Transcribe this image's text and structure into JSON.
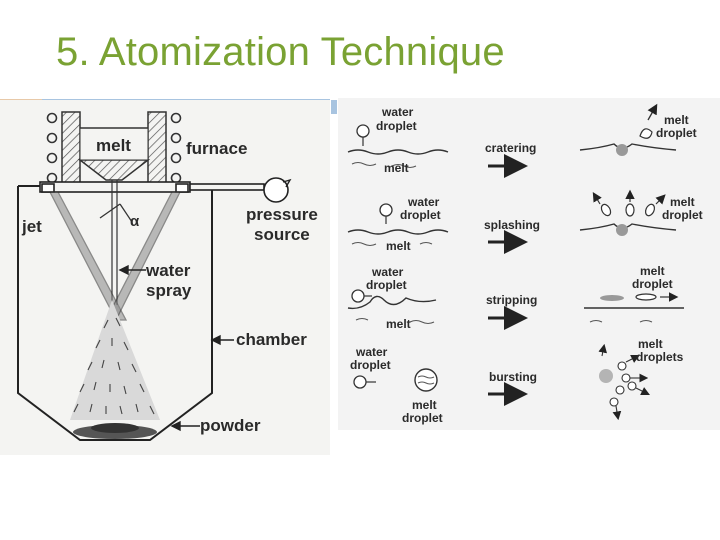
{
  "slide": {
    "title": "5. Atomization Technique",
    "title_color": "#7aa233",
    "accent_color": "#e8c9a8",
    "accent_blue": "#a8c4e0"
  },
  "left_diagram": {
    "labels": {
      "melt": "melt",
      "furnace": "furnace",
      "pressure": "pressure",
      "source": "source",
      "jet": "jet",
      "alpha": "α",
      "water": "water",
      "spray": "spray",
      "chamber": "chamber",
      "powder": "powder"
    }
  },
  "right_diagram": {
    "mechanisms": [
      {
        "name": "cratering",
        "water_label": [
          "water",
          "droplet"
        ],
        "melt_label": "melt",
        "result_label": [
          "melt",
          "droplet"
        ]
      },
      {
        "name": "splashing",
        "water_label": [
          "water",
          "droplet"
        ],
        "melt_label": "melt",
        "result_label": [
          "melt",
          "droplet"
        ]
      },
      {
        "name": "stripping",
        "water_label": [
          "water",
          "droplet"
        ],
        "melt_label": "melt",
        "result_label": [
          "melt",
          "droplet"
        ]
      },
      {
        "name": "bursting",
        "water_label": [
          "water",
          "droplet"
        ],
        "melt_label": [
          "melt",
          "droplet"
        ],
        "result_label": [
          "melt",
          "droplets"
        ]
      }
    ]
  }
}
